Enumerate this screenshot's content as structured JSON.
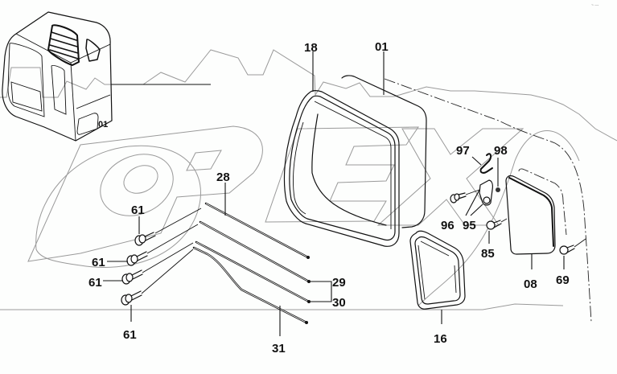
{
  "diagram": {
    "title": "Cab window parts exploded view",
    "watermark": "OPEX",
    "corner_mark": "~ ---",
    "inset": {
      "description": "operator cab overview",
      "marker": "01"
    },
    "callouts": [
      {
        "id": "c18",
        "label": "18",
        "part": "window frame seal"
      },
      {
        "id": "c01",
        "label": "01",
        "part": "window glass"
      },
      {
        "id": "c28",
        "label": "28",
        "part": "rod"
      },
      {
        "id": "c29",
        "label": "29",
        "part": "rod"
      },
      {
        "id": "c30",
        "label": "30",
        "part": "rod"
      },
      {
        "id": "c31",
        "label": "31",
        "part": "bent rod"
      },
      {
        "id": "c61a",
        "label": "61",
        "part": "bolt"
      },
      {
        "id": "c61b",
        "label": "61",
        "part": "bolt"
      },
      {
        "id": "c61c",
        "label": "61",
        "part": "bolt"
      },
      {
        "id": "c61d",
        "label": "61",
        "part": "bolt"
      },
      {
        "id": "c16",
        "label": "16",
        "part": "small window seal"
      },
      {
        "id": "c97",
        "label": "97",
        "part": "spring"
      },
      {
        "id": "c98",
        "label": "98",
        "part": "nut"
      },
      {
        "id": "c96",
        "label": "96",
        "part": "bolt"
      },
      {
        "id": "c95",
        "label": "95",
        "part": "latch bracket"
      },
      {
        "id": "c85",
        "label": "85",
        "part": "pin"
      },
      {
        "id": "c08",
        "label": "08",
        "part": "side glass"
      },
      {
        "id": "c69",
        "label": "69",
        "part": "pin"
      }
    ]
  }
}
